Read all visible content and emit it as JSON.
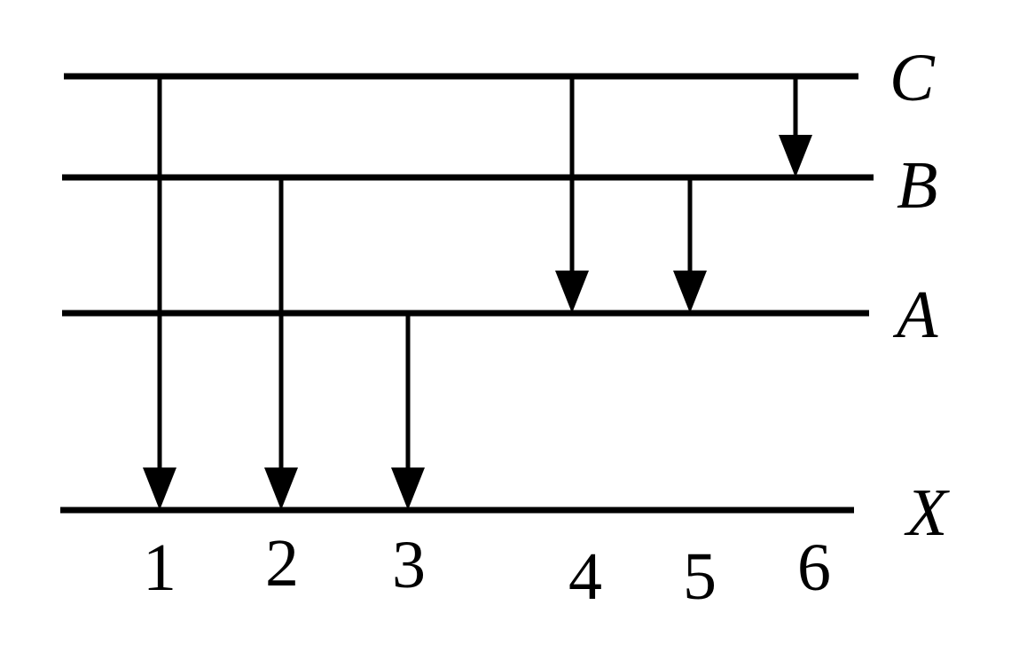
{
  "diagram": {
    "title": "",
    "style": {
      "line_color": "#000000",
      "background": "#ffffff"
    },
    "levels": [
      {
        "id": "C",
        "label": "C"
      },
      {
        "id": "B",
        "label": "B"
      },
      {
        "id": "A",
        "label": "A"
      },
      {
        "id": "X",
        "label": "X"
      }
    ],
    "transitions": [
      {
        "label": "1",
        "from": "C",
        "to": "X"
      },
      {
        "label": "2",
        "from": "B",
        "to": "X"
      },
      {
        "label": "3",
        "from": "A",
        "to": "X"
      },
      {
        "label": "4",
        "from": "C",
        "to": "A"
      },
      {
        "label": "5",
        "from": "B",
        "to": "A"
      },
      {
        "label": "6",
        "from": "C",
        "to": "B"
      }
    ]
  }
}
